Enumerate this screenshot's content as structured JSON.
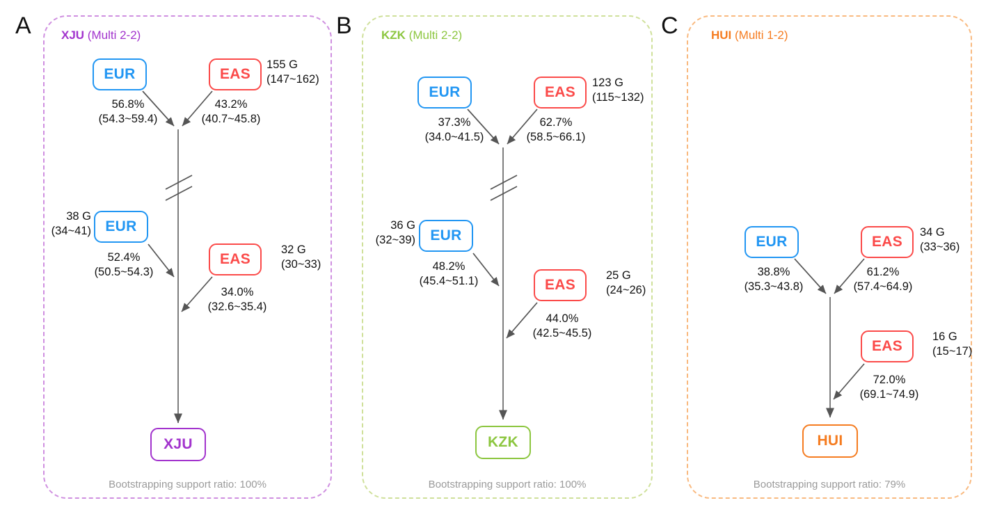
{
  "figure": {
    "panels": [
      {
        "letter": "A",
        "code": "XJU",
        "subtitle": " (Multi 2-2)",
        "accent": "#a233cd",
        "footer": "Bootstrapping support ratio: 100%",
        "terminal_label": "XJU",
        "nodes": [
          {
            "name": "eur-top",
            "label": "EUR",
            "type": "eur"
          },
          {
            "name": "eas-top",
            "label": "EAS",
            "type": "eas"
          },
          {
            "name": "eur-mid",
            "label": "EUR",
            "type": "eur"
          },
          {
            "name": "eas-mid",
            "label": "EAS",
            "type": "eas"
          }
        ],
        "annotations": [
          {
            "name": "eas-top-generations",
            "line1": "155 G",
            "line2": "(147~162)"
          },
          {
            "name": "eur-top-proportion",
            "line1": "56.8%",
            "line2": "(54.3~59.4)"
          },
          {
            "name": "eas-top-proportion",
            "line1": "43.2%",
            "line2": "(40.7~45.8)"
          },
          {
            "name": "eur-mid-generations",
            "line1": "38 G",
            "line2": "(34~41)"
          },
          {
            "name": "eur-mid-proportion",
            "line1": "52.4%",
            "line2": "(50.5~54.3)"
          },
          {
            "name": "eas-mid-generations",
            "line1": "32 G",
            "line2": "(30~33)"
          },
          {
            "name": "eas-mid-proportion",
            "line1": "34.0%",
            "line2": "(32.6~35.4)"
          }
        ]
      },
      {
        "letter": "B",
        "code": "KZK",
        "subtitle": " (Multi 2-2)",
        "accent": "#8cc63f",
        "footer": "Bootstrapping support ratio: 100%",
        "terminal_label": "KZK",
        "nodes": [
          {
            "name": "eur-top",
            "label": "EUR",
            "type": "eur"
          },
          {
            "name": "eas-top",
            "label": "EAS",
            "type": "eas"
          },
          {
            "name": "eur-mid",
            "label": "EUR",
            "type": "eur"
          },
          {
            "name": "eas-mid",
            "label": "EAS",
            "type": "eas"
          }
        ],
        "annotations": [
          {
            "name": "eas-top-generations",
            "line1": "123 G",
            "line2": "(115~132)"
          },
          {
            "name": "eur-top-proportion",
            "line1": "37.3%",
            "line2": "(34.0~41.5)"
          },
          {
            "name": "eas-top-proportion",
            "line1": "62.7%",
            "line2": "(58.5~66.1)"
          },
          {
            "name": "eur-mid-generations",
            "line1": "36 G",
            "line2": "(32~39)"
          },
          {
            "name": "eur-mid-proportion",
            "line1": "48.2%",
            "line2": "(45.4~51.1)"
          },
          {
            "name": "eas-mid-generations",
            "line1": "25 G",
            "line2": "(24~26)"
          },
          {
            "name": "eas-mid-proportion",
            "line1": "44.0%",
            "line2": "(42.5~45.5)"
          }
        ]
      },
      {
        "letter": "C",
        "code": "HUI",
        "subtitle": " (Multi 1-2)",
        "accent": "#f57c20",
        "footer": "Bootstrapping support ratio: 79%",
        "terminal_label": "HUI",
        "nodes": [
          {
            "name": "eur-top",
            "label": "EUR",
            "type": "eur"
          },
          {
            "name": "eas-top",
            "label": "EAS",
            "type": "eas"
          },
          {
            "name": "eas-mid",
            "label": "EAS",
            "type": "eas"
          }
        ],
        "annotations": [
          {
            "name": "eas-top-generations",
            "line1": "34 G",
            "line2": "(33~36)"
          },
          {
            "name": "eur-top-proportion",
            "line1": "38.8%",
            "line2": "(35.3~43.8)"
          },
          {
            "name": "eas-top-proportion",
            "line1": "61.2%",
            "line2": "(57.4~64.9)"
          },
          {
            "name": "eas-mid-generations",
            "line1": "16 G",
            "line2": "(15~17)"
          },
          {
            "name": "eas-mid-proportion",
            "line1": "72.0%",
            "line2": "(69.1~74.9)"
          }
        ]
      }
    ],
    "colors": {
      "eur": "#2196f3",
      "eas": "#fb4a49",
      "xju": "#a233cd",
      "kzk": "#8cc63f",
      "hui": "#f57c20",
      "edge": "#555555",
      "footer_text": "#9a9a9a"
    }
  }
}
